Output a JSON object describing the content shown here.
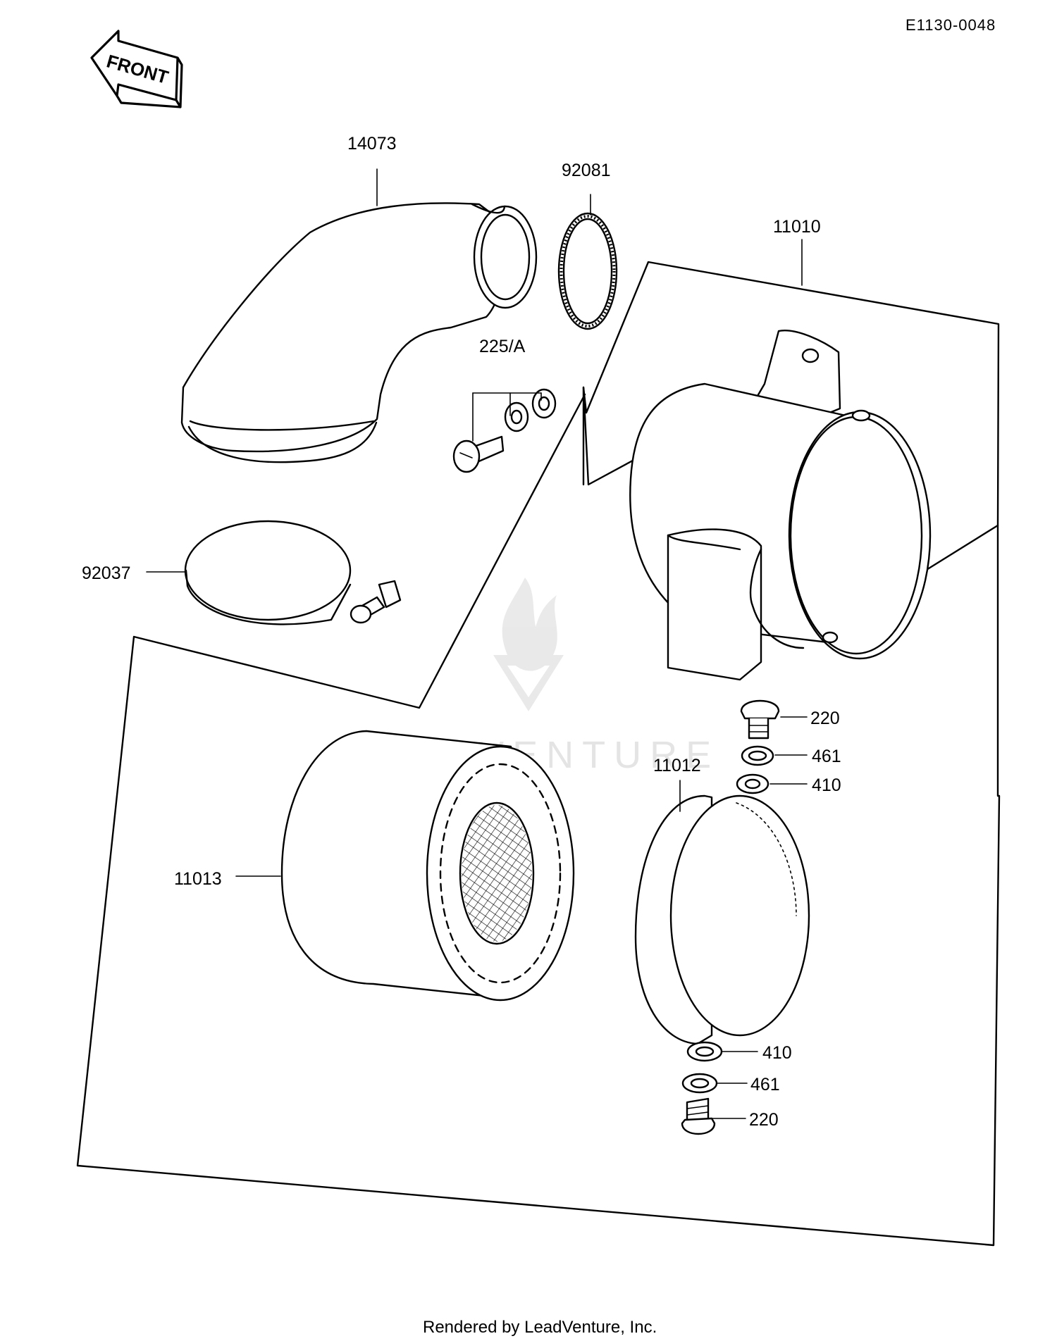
{
  "doc_code": "E1130-0048",
  "front_label": "FRONT",
  "footer": "Rendered by LeadVenture, Inc.",
  "watermark": "LEADVENTURE",
  "parts": [
    {
      "number": "14073"
    },
    {
      "number": "92081"
    },
    {
      "number": "11010"
    },
    {
      "number": "225/A"
    },
    {
      "number": "92037"
    },
    {
      "number": "220"
    },
    {
      "number": "461"
    },
    {
      "number": "410"
    },
    {
      "number": "11012"
    },
    {
      "number": "11013"
    },
    {
      "number": "410"
    },
    {
      "number": "461"
    },
    {
      "number": "220"
    }
  ]
}
